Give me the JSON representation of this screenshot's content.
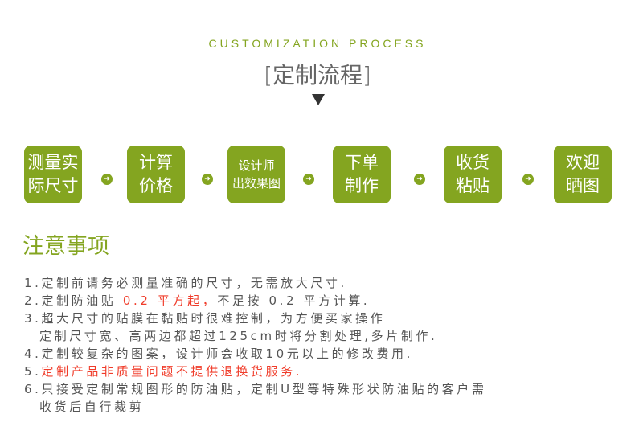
{
  "header": {
    "subtitle_en": "CUSTOMIZATION PROCESS",
    "title_cn": "[定制流程]"
  },
  "steps": [
    {
      "line1": "测量实",
      "line2": "际尺寸"
    },
    {
      "line1": "计算",
      "line2": "价格"
    },
    {
      "line1": "设计师",
      "line2": "出效果图"
    },
    {
      "line1": "下单",
      "line2": "制作"
    },
    {
      "line1": "收货",
      "line2": "粘贴"
    },
    {
      "line1": "欢迎",
      "line2": "晒图"
    }
  ],
  "notes": {
    "title": "注意事项",
    "n1": "1.定制前请务必测量准确的尺寸，无需放大尺寸.",
    "n2a": "2.定制防油贴 ",
    "n2b": "0.2 平方起，",
    "n2c": "不足按 0.2 平方计算.",
    "n3a": "3.超大尺寸的贴膜在黏贴时很难控制，为方便买家操作",
    "n3b": "定制尺寸宽、高两边都超过125cm时将分割处理,多片制作.",
    "n4": "4.定制较复杂的图案，设计师会收取10元以上的修改费用.",
    "n5a": "5.",
    "n5b": "定制产品非质量问题不提供退换货服务.",
    "n6a": "6.只接受定制常规图形的防油贴，定制U型等特殊形状防油贴的客户需",
    "n6b": "收货后自行裁剪"
  },
  "colors": {
    "accent": "#84a520",
    "red": "#f03c2a"
  }
}
